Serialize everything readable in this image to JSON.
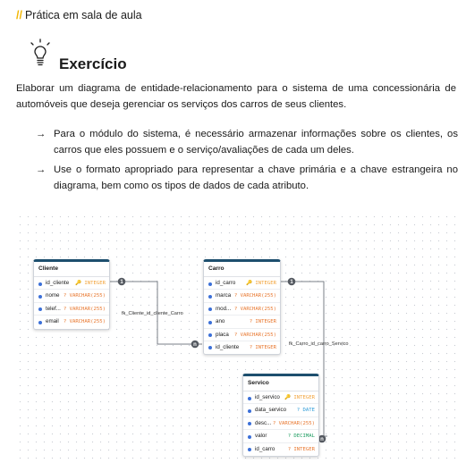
{
  "header": {
    "slashes": "//",
    "text": "Prática em sala de aula"
  },
  "exercise": {
    "icon": "lightbulb-icon",
    "title": "Exercício",
    "intro": "Elaborar um diagrama de entidade-relacionamento para o sistema de uma concessionária de automóveis que deseja gerenciar os serviços dos carros de seus clientes.",
    "bullets": [
      "Para o módulo do sistema, é necessário armazenar informações sobre os clientes, os carros que eles possuem e o serviço/avaliações de cada um deles.",
      "Use o formato apropriado para representar a chave primária e a chave estrangeira no diagrama, bem como os tipos de dados de cada atributo."
    ]
  },
  "diagram": {
    "colors": {
      "header_bar": "#1d4f6e",
      "pk_dot": "#3b6fd8",
      "type_text": "#e8772e"
    },
    "tables": {
      "cliente": {
        "name": "Cliente",
        "fields": [
          {
            "name": "id_cliente",
            "type": "🔑 INTEGER"
          },
          {
            "name": "nome",
            "type": "? VARCHAR(255)"
          },
          {
            "name": "telef...",
            "type": "? VARCHAR(255)"
          },
          {
            "name": "email",
            "type": "? VARCHAR(255)"
          }
        ]
      },
      "carro": {
        "name": "Carro",
        "fields": [
          {
            "name": "id_carro",
            "type": "🔑 INTEGER"
          },
          {
            "name": "marca",
            "type": "? VARCHAR(255)"
          },
          {
            "name": "mod...",
            "type": "? VARCHAR(255)"
          },
          {
            "name": "ano",
            "type": "? INTEGER"
          },
          {
            "name": "placa",
            "type": "? VARCHAR(255)"
          },
          {
            "name": "id_cliente",
            "type": "? INTEGER"
          }
        ]
      },
      "servico": {
        "name": "Servico",
        "fields": [
          {
            "name": "id_servico",
            "type": "🔑 INTEGER"
          },
          {
            "name": "data_servico",
            "type": "? DATE"
          },
          {
            "name": "desc...",
            "type": "? VARCHAR(255)"
          },
          {
            "name": "valor",
            "type": "? DECIMAL"
          },
          {
            "name": "id_carro",
            "type": "? INTEGER"
          }
        ]
      }
    },
    "relations": [
      {
        "label": "fk_Cliente_id_cliente_Carro",
        "one": "1",
        "many": "n"
      },
      {
        "label": "fk_Carro_id_carro_Servico",
        "one": "1",
        "many": "n"
      }
    ]
  }
}
